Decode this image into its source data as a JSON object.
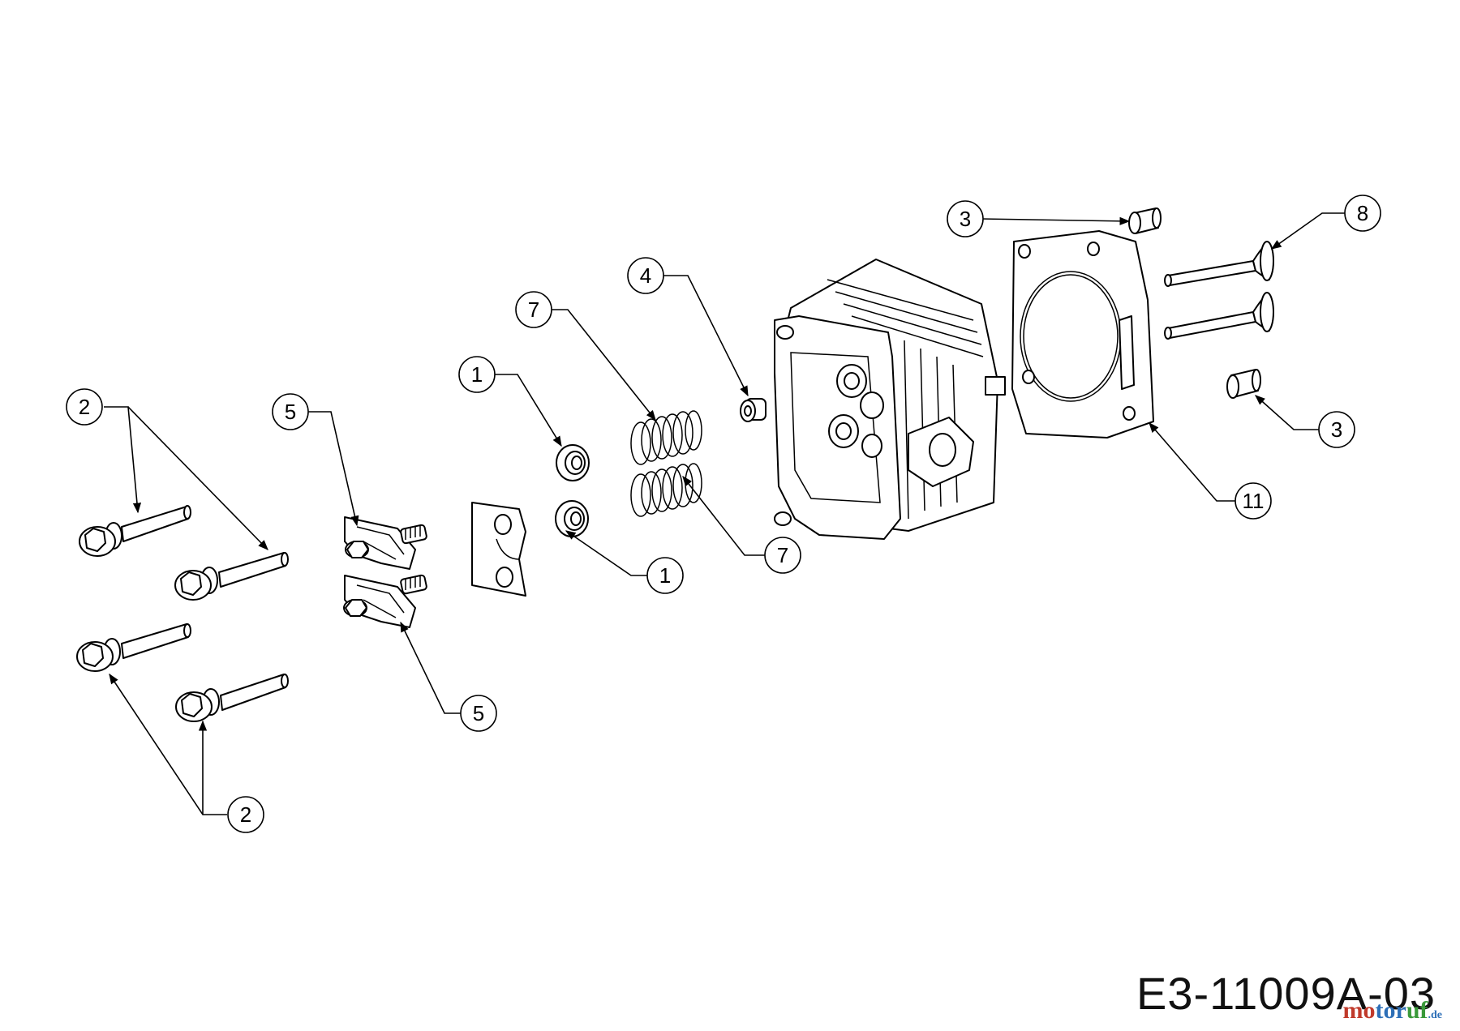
{
  "drawing_code": "E3-11009A-03",
  "watermark": {
    "part1": "mo",
    "part2": "tor",
    "part3": "uf",
    "tld": ".de"
  },
  "callouts": [
    "1",
    "1",
    "2",
    "2",
    "3",
    "3",
    "4",
    "5",
    "5",
    "7",
    "7",
    "8",
    "11"
  ]
}
